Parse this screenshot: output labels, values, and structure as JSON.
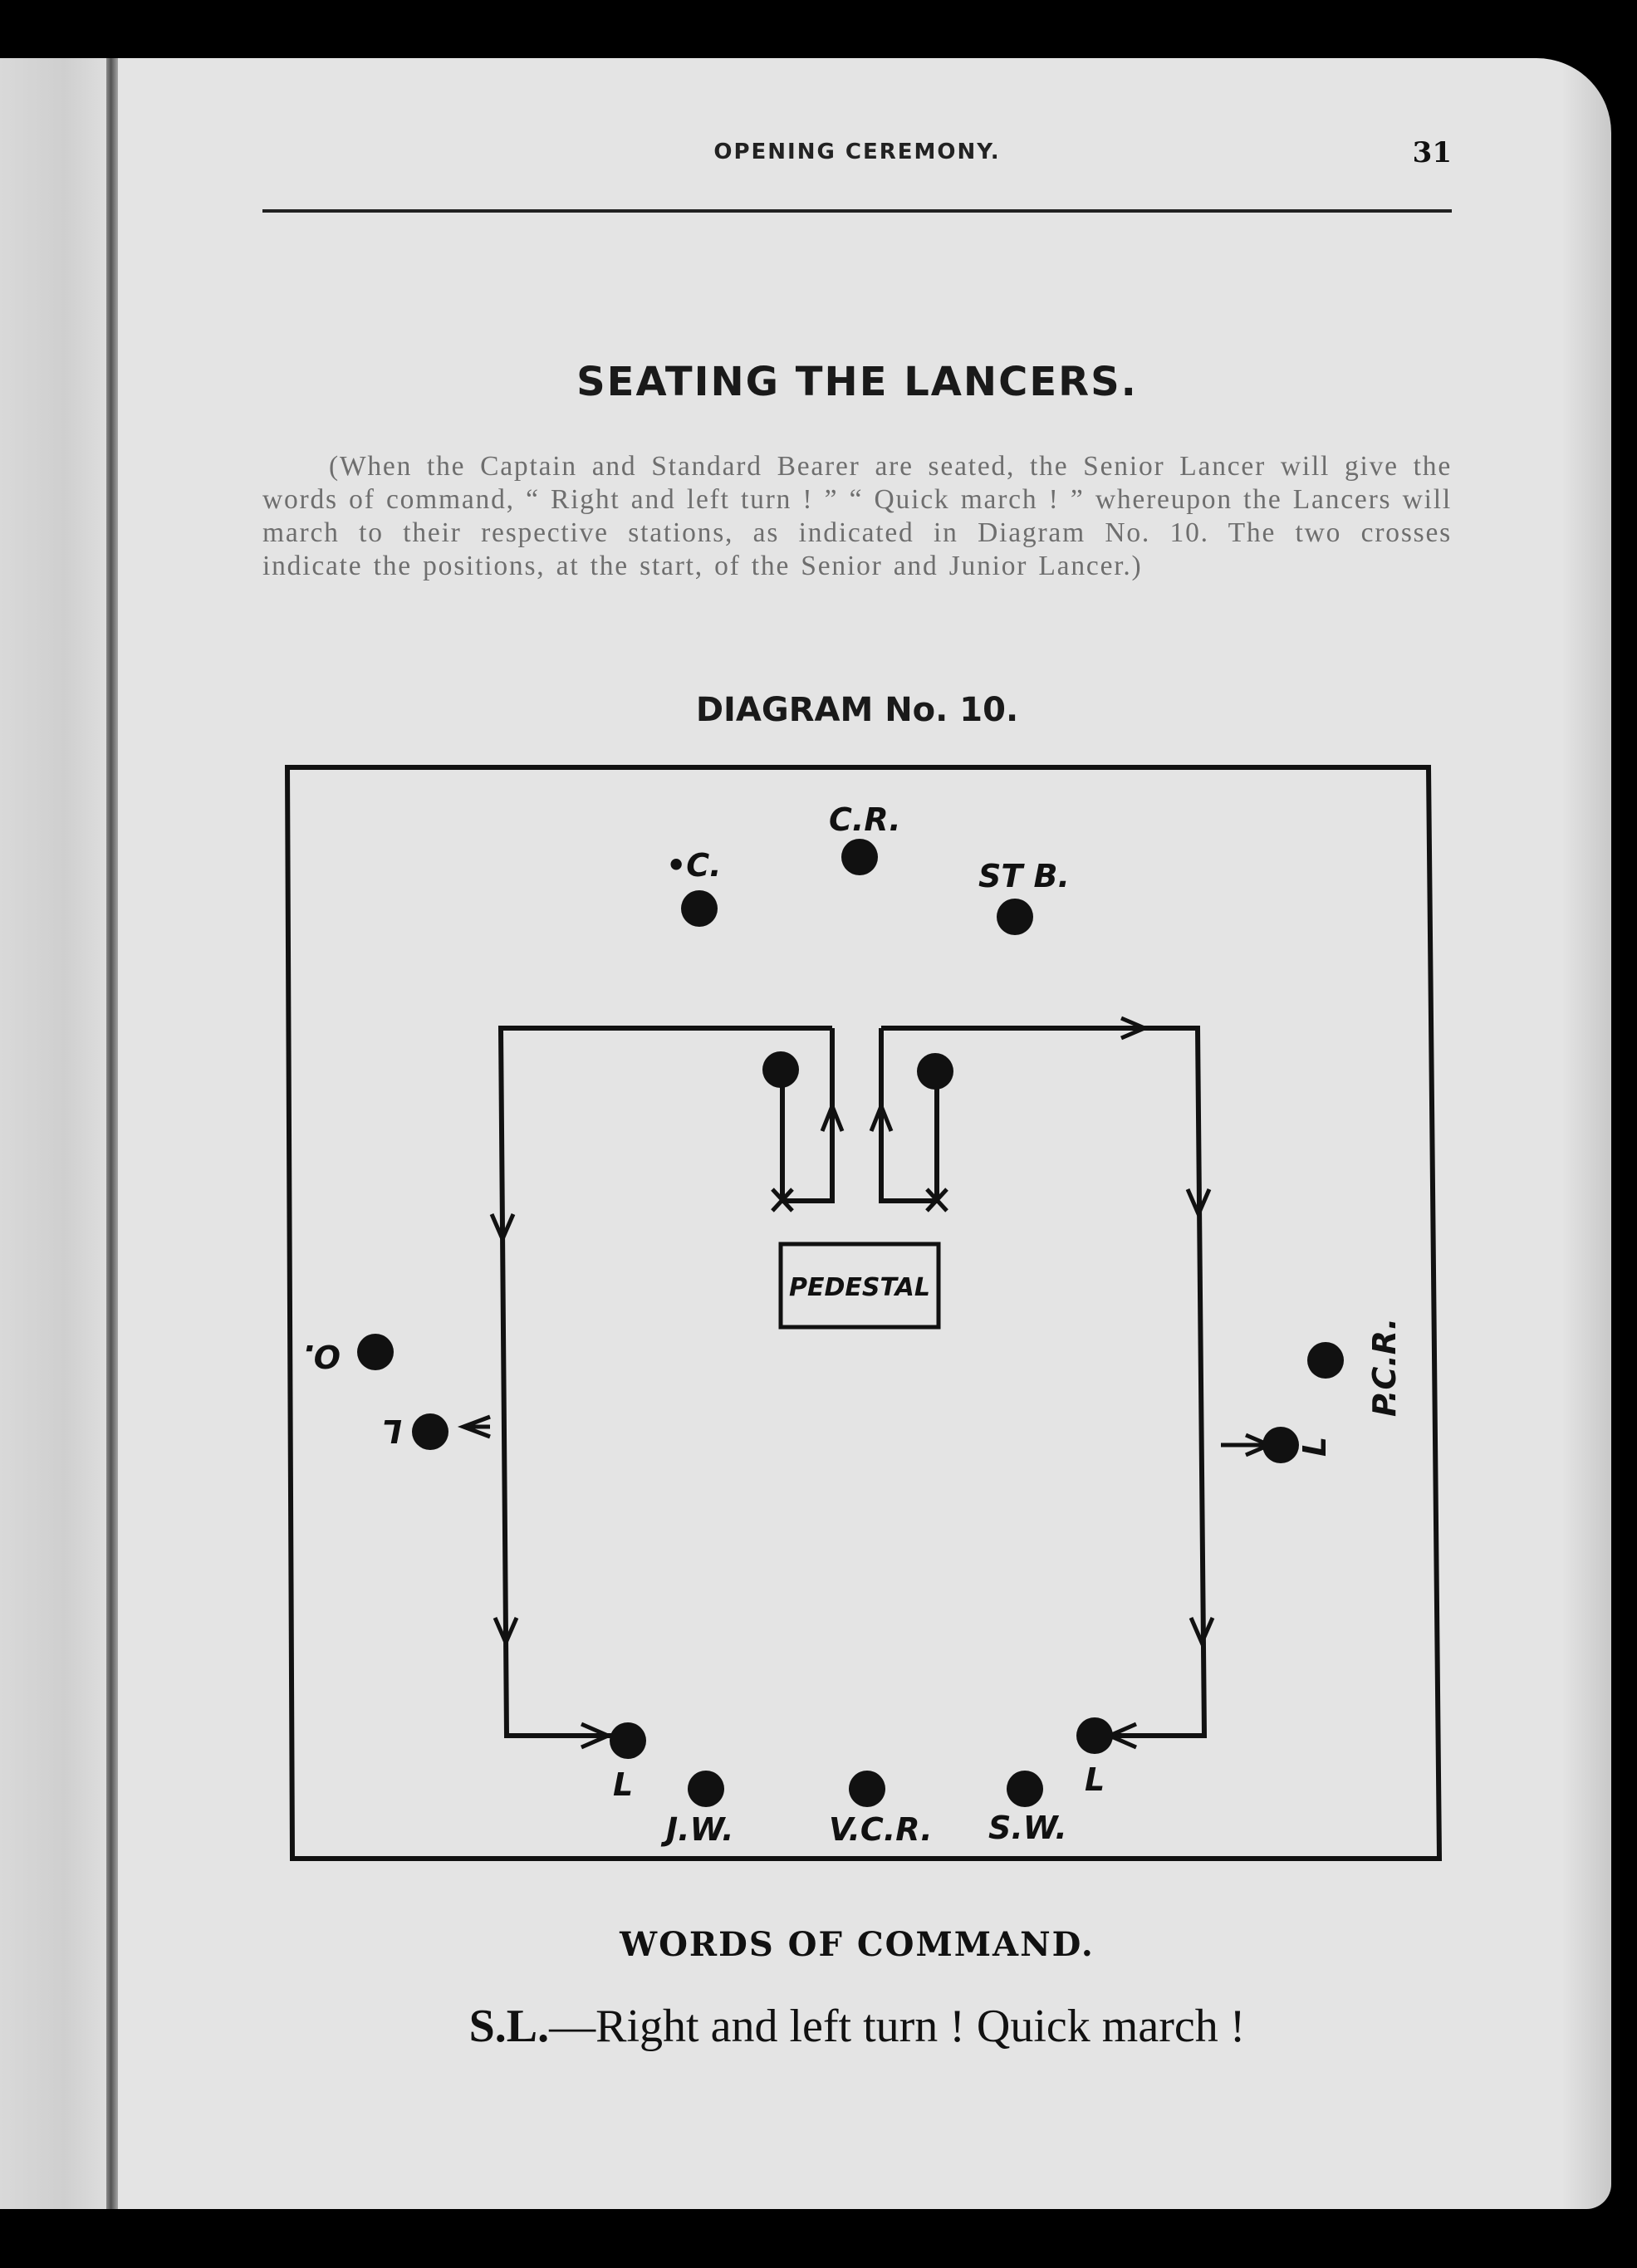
{
  "header": {
    "running_head": "OPENING CEREMONY.",
    "page_number": "31"
  },
  "title": "SEATING THE LANCERS.",
  "intro": "(When the Captain and Standard Bearer are seated, the Senior Lancer will give the words of command, “ Right and left turn ! ” “ Quick march ! ” whereupon the Lancers will march to their respective stations, as indicated in Diagram No. 10. The two crosses indicate the positions, at the start, of the Senior and Junior Lancer.)",
  "diagram": {
    "title": "DIAGRAM No. 10.",
    "labels": {
      "c": "•C.",
      "cr": "C.R.",
      "stb": "ST B.",
      "pedestal": "PEDESTAL",
      "o": "O.",
      "l_left": "L",
      "l_right": "L",
      "pcr": "P.C.R.",
      "l_bottom_left": "L",
      "l_bottom_right": "L",
      "jw": "J.W.",
      "vcr": "V.C.R.",
      "sw": "S.W."
    }
  },
  "words_of_command": {
    "title": "WORDS OF COMMAND.",
    "speaker": "S.L.",
    "text": "—Right and left turn !  Quick march !"
  }
}
